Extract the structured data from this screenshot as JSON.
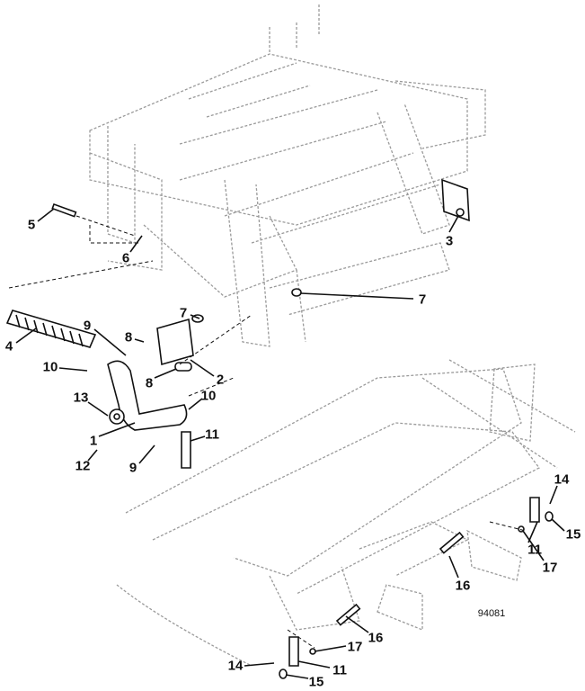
{
  "figure_number": "94081",
  "callouts": [
    "5",
    "6",
    "3",
    "7",
    "7",
    "4",
    "9",
    "8",
    "8",
    "2",
    "10",
    "13",
    "10",
    "1",
    "11",
    "12",
    "9",
    "14",
    "15",
    "11",
    "17",
    "16",
    "16",
    "17",
    "14",
    "11",
    "15"
  ]
}
